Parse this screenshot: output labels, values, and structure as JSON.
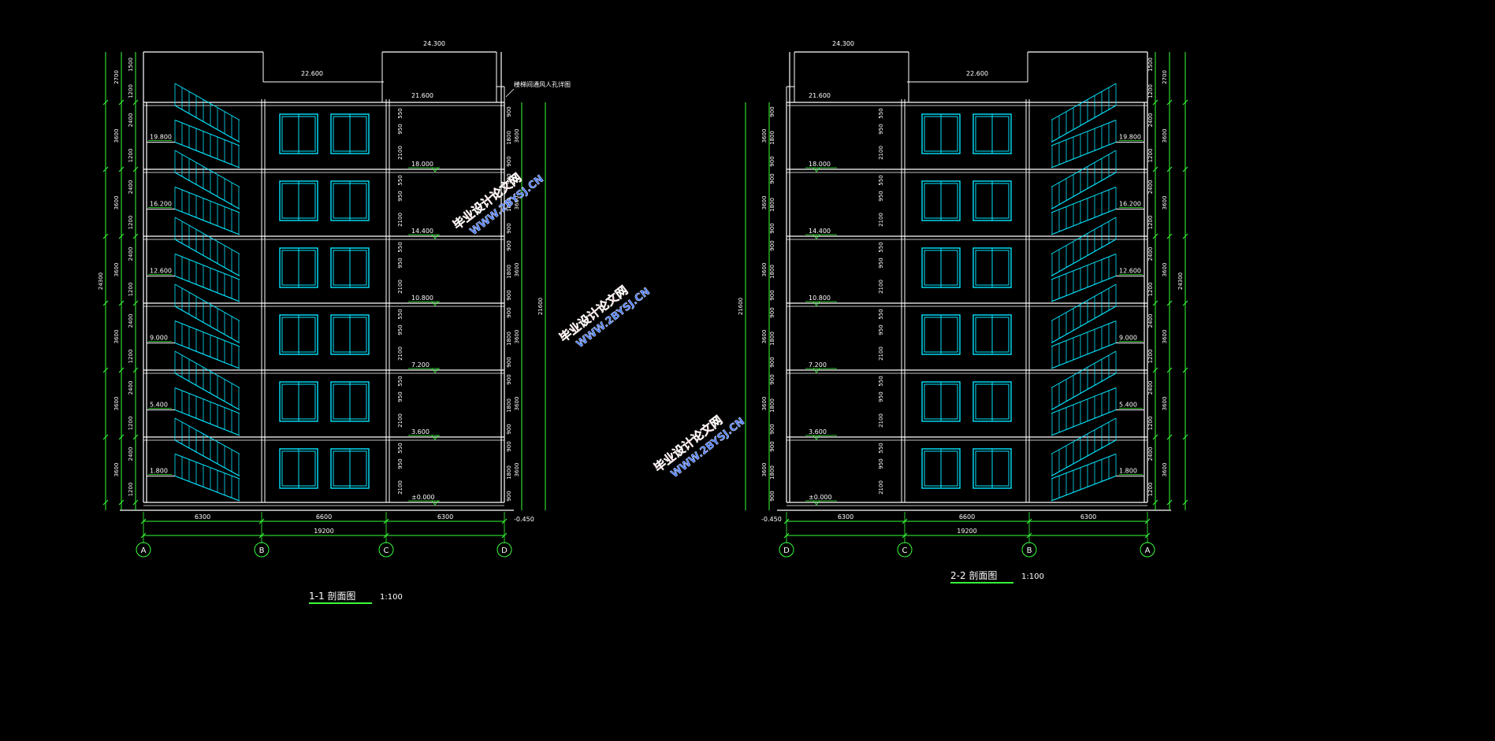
{
  "sections": [
    {
      "title": "1-1 剖面图",
      "scale": "1:100",
      "mirror": false,
      "elevations": [
        "1.800",
        "5.400",
        "9.000",
        "12.600",
        "16.200",
        "19.800"
      ],
      "floor_levels": [
        "±0.000",
        "3.600",
        "7.200",
        "10.800",
        "14.400",
        "18.000",
        "21.600"
      ],
      "roof_levels": [
        "24.300",
        "22.600"
      ],
      "ground_level": "-0.450",
      "axes": [
        "A",
        "B",
        "C",
        "D"
      ],
      "spans": [
        "6300",
        "6600",
        "6300"
      ],
      "total_span": "19200",
      "total_height": "24300",
      "right_total": "21600",
      "roof_note": "楼梯间通风人孔详图",
      "left_dims_storey": [
        "1200",
        "2400",
        "3600"
      ],
      "top_dims": [
        "2700",
        "1500",
        "1200"
      ],
      "window_dims": [
        "900",
        "1800",
        "900"
      ],
      "col_dims": [
        "550",
        "950",
        "2100"
      ]
    },
    {
      "title": "2-2 剖面图",
      "scale": "1:100",
      "mirror": true,
      "elevations": [
        "1.800",
        "5.400",
        "9.000",
        "12.600",
        "16.200",
        "19.800"
      ],
      "floor_levels": [
        "±0.000",
        "3.600",
        "7.200",
        "10.800",
        "14.400",
        "18.000",
        "21.600"
      ],
      "roof_levels": [
        "24.300",
        "22.600"
      ],
      "ground_level": "-0.450",
      "axes": [
        "A",
        "B",
        "C",
        "D"
      ],
      "spans": [
        "6300",
        "6600",
        "6300"
      ],
      "total_span": "19200",
      "total_height": "24300",
      "right_total": "21600",
      "roof_note": "",
      "left_dims_storey": [
        "1200",
        "2400",
        "3600"
      ],
      "top_dims": [
        "2700",
        "1500",
        "1200"
      ],
      "window_dims": [
        "900",
        "1800",
        "900"
      ],
      "col_dims": [
        "550",
        "950",
        "2100"
      ]
    }
  ],
  "watermarks": [
    {
      "line1": "毕业设计论文网",
      "line2": "WWW.2BYSJ.CN"
    },
    {
      "line1": "毕业设计论文网",
      "line2": "WWW.2BYSJ.CN"
    },
    {
      "line1": "毕业设计论文网",
      "line2": "WWW.2BYSJ.CN"
    }
  ],
  "colors": {
    "background": "#000000",
    "wall": "#ffffff",
    "dim": "#39ff39",
    "window": "#00e5ff",
    "level_mark": "#39ff39",
    "watermark": "#ff3b3b",
    "watermark_url": "#4a7bff"
  }
}
